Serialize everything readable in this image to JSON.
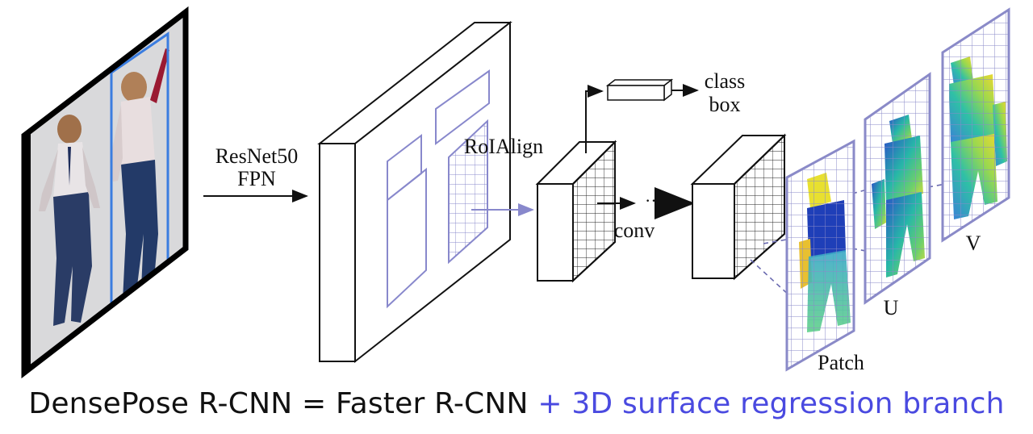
{
  "labels": {
    "backbone": [
      "ResNet50",
      "FPN"
    ],
    "roialign": "RoIAlign",
    "class": "class",
    "box": "box",
    "conv": "conv",
    "dots": "···",
    "patch": "Patch",
    "u": "U",
    "v": "V"
  },
  "caption": {
    "main": "DensePose R-CNN = Faster R-CNN ",
    "accent": "+ 3D surface regression branch"
  },
  "colors": {
    "accent": "#4a4ae0",
    "roi_box": "#8888cc",
    "detection_box": "#3b7de0",
    "grid": "#8a8ac8"
  }
}
